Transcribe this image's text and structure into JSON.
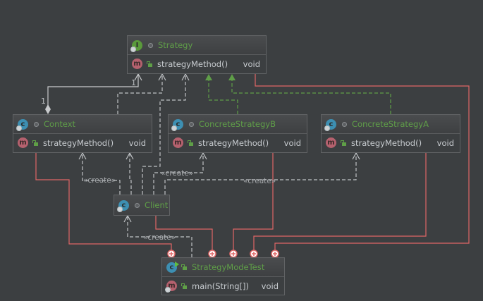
{
  "diagram": {
    "type": "uml-class-diagram",
    "colors": {
      "background": "#3c3f41",
      "class_title": "#5f9e48",
      "text": "#c8ccd0",
      "dependency_line": "#c0c3c6",
      "realization_line": "#5f9e48",
      "inner_class_line": "#e06666"
    },
    "nodes": {
      "strategy": {
        "kind": "interface",
        "icon": "interface-icon",
        "badge_letter": "I",
        "name": "Strategy",
        "methods": [
          {
            "badge_letter": "m",
            "name": "strategyMethod()",
            "return_type": "void"
          }
        ]
      },
      "context": {
        "kind": "class",
        "icon": "class-icon",
        "badge_letter": "c",
        "name": "Context",
        "methods": [
          {
            "badge_letter": "m",
            "name": "strategyMethod()",
            "return_type": "void"
          }
        ]
      },
      "concrete_b": {
        "kind": "class",
        "icon": "class-icon",
        "badge_letter": "c",
        "name": "ConcreteStrategyB",
        "methods": [
          {
            "badge_letter": "m",
            "name": "strategyMethod()",
            "return_type": "void"
          }
        ]
      },
      "concrete_a": {
        "kind": "class",
        "icon": "class-icon",
        "badge_letter": "c",
        "name": "ConcreteStrategyA",
        "methods": [
          {
            "badge_letter": "m",
            "name": "strategyMethod()",
            "return_type": "void"
          }
        ]
      },
      "client": {
        "kind": "class",
        "icon": "class-icon",
        "badge_letter": "c",
        "name": "Client",
        "methods": []
      },
      "test": {
        "kind": "runnable-class",
        "icon": "runnable-class-icon",
        "badge_letter": "c",
        "name": "StrategyModeTest",
        "methods": [
          {
            "badge_letter": "m",
            "name": "main(String[])",
            "return_type": "void"
          }
        ]
      }
    },
    "edges": [
      {
        "from": "context",
        "to": "strategy",
        "type": "aggregation",
        "source_multiplicity": "1",
        "target_multiplicity": "1"
      },
      {
        "from": "context",
        "to": "strategy",
        "type": "dependency"
      },
      {
        "from": "client",
        "to": "strategy",
        "type": "dependency"
      },
      {
        "from": "concrete_b",
        "to": "strategy",
        "type": "realization"
      },
      {
        "from": "concrete_a",
        "to": "strategy",
        "type": "realization"
      },
      {
        "from": "client",
        "to": "context",
        "type": "dependency",
        "label": "«create»"
      },
      {
        "from": "client",
        "to": "context",
        "type": "dependency"
      },
      {
        "from": "client",
        "to": "concrete_b",
        "type": "dependency",
        "label": "«create»"
      },
      {
        "from": "client",
        "to": "concrete_a",
        "type": "dependency",
        "label": "«create»"
      },
      {
        "from": "test",
        "to": "client",
        "type": "dependency",
        "label": "«create»"
      },
      {
        "from": "context",
        "to": "test",
        "type": "inner-class"
      },
      {
        "from": "client",
        "to": "test",
        "type": "inner-class"
      },
      {
        "from": "concrete_b",
        "to": "test",
        "type": "inner-class"
      },
      {
        "from": "concrete_a",
        "to": "test",
        "type": "inner-class"
      },
      {
        "from": "strategy",
        "to": "test",
        "type": "inner-class"
      }
    ],
    "labels": {
      "create": "«create»",
      "multiplicity_one": "1"
    }
  }
}
